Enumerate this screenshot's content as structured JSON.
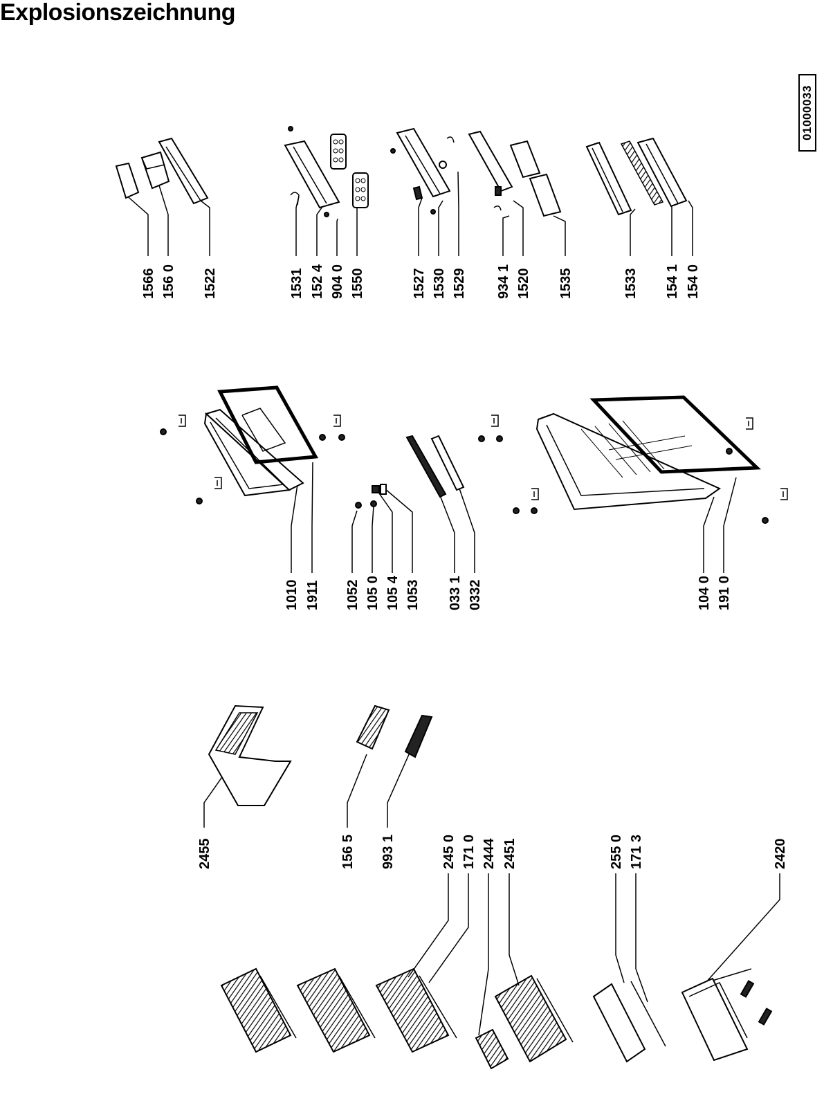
{
  "page": {
    "title": "Explosionszeichnung"
  },
  "document_number": "01000033",
  "labels": {
    "l1566": "1566",
    "l1560": "156 0",
    "l1522": "1522",
    "l1531": "1531",
    "l1524": "152 4",
    "l9040": "904 0",
    "l1550": "1550",
    "l1527": "1527",
    "l1530": "1530",
    "l1529": "1529",
    "l9341": "934 1",
    "l1520": "1520",
    "l1535": "1535",
    "l1533": "1533",
    "l1541": "154 1",
    "l1540": "154 0",
    "l1010": "1010",
    "l1911": "1911",
    "l1052": "1052",
    "l1050": "105 0",
    "l1054": "105 4",
    "l1053": "1053",
    "l0331": "033 1",
    "l0332": "0332",
    "l1040": "104 0",
    "l1910": "191 0",
    "l2455": "2455",
    "l1565": "156 5",
    "l9931": "993 1",
    "l2450": "245 0",
    "l1710": "171 0",
    "l2444": "2444",
    "l2451": "2451",
    "l2550": "255 0",
    "l1713": "171 3",
    "l2420": "2420"
  }
}
